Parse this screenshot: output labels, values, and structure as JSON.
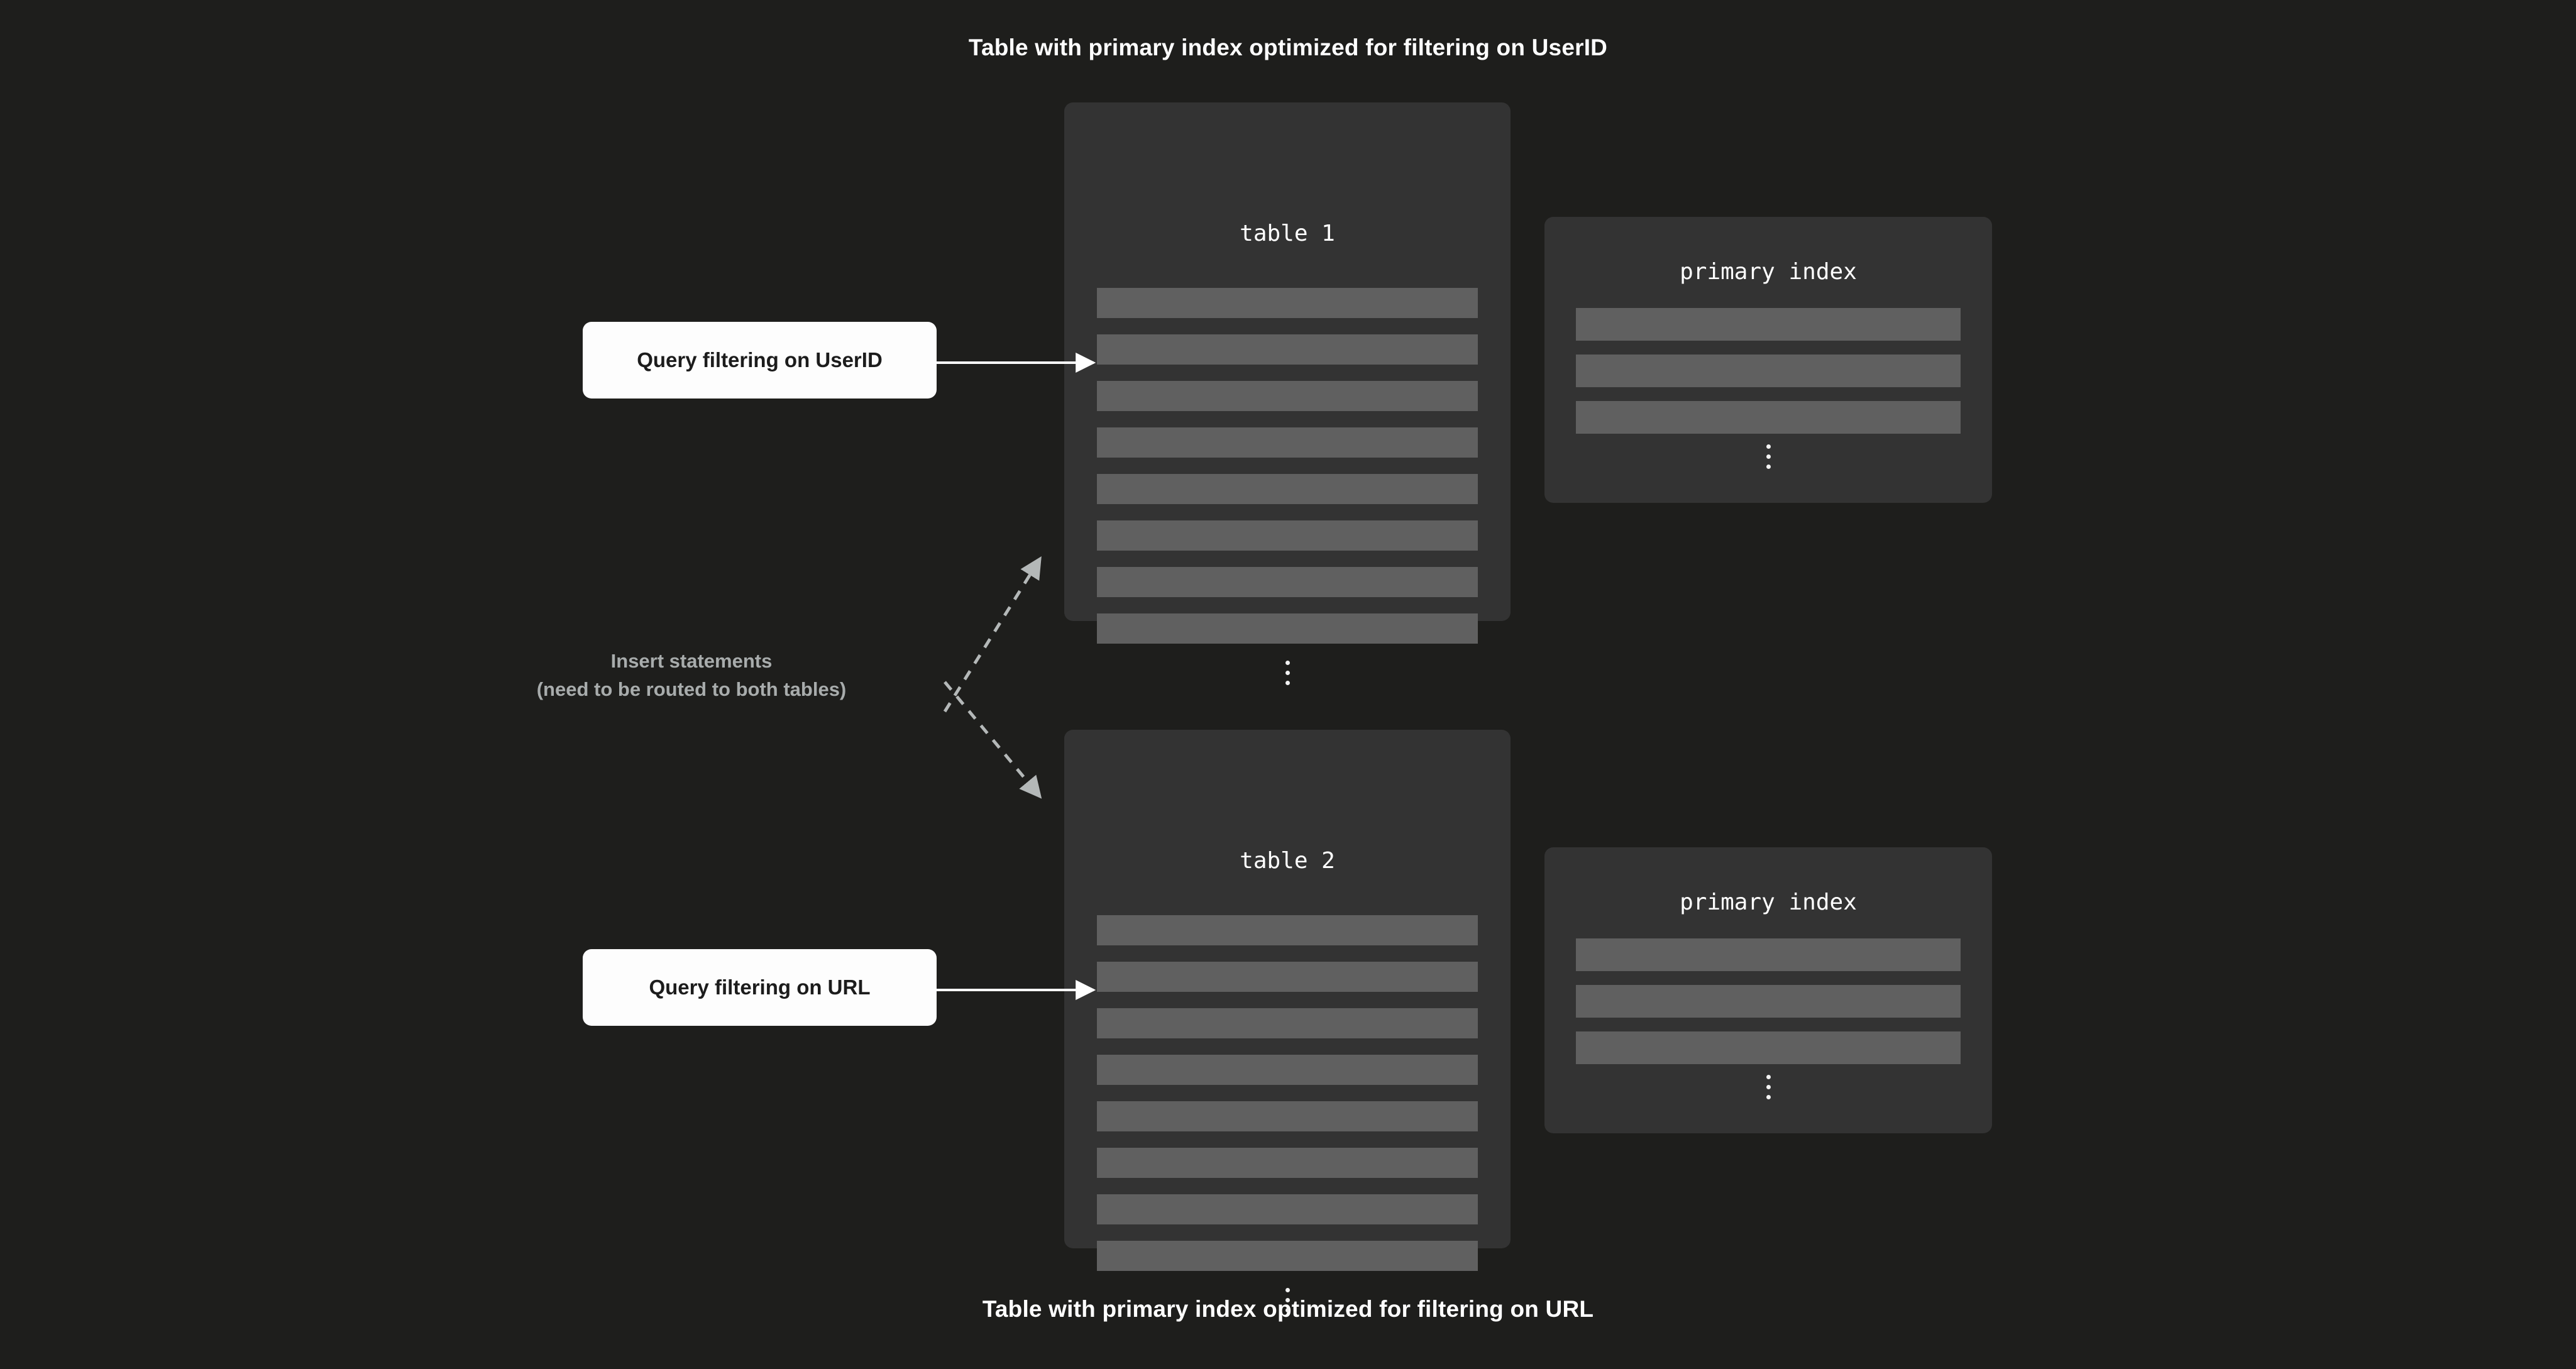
{
  "titles": {
    "top": "Table with primary index optimized for filtering on UserID",
    "bottom": "Table with primary index optimized for filtering on URL"
  },
  "tables": [
    {
      "name": "table 1",
      "row_count": 8,
      "has_ellipsis": true
    },
    {
      "name": "table 2",
      "row_count": 8,
      "has_ellipsis": true
    }
  ],
  "indexes": [
    {
      "name": "primary index",
      "row_count": 3,
      "has_ellipsis": true
    },
    {
      "name": "primary index",
      "row_count": 3,
      "has_ellipsis": true
    }
  ],
  "queries": [
    {
      "label": "Query filtering on UserID",
      "target": "table 1"
    },
    {
      "label": "Query filtering on URL",
      "target": "table 2"
    }
  ],
  "insert_note": {
    "line1": "Insert statements",
    "line2": "(need to be routed to both tables)"
  },
  "colors": {
    "background": "#1e1e1c",
    "card": "#333333",
    "row": "#606060",
    "query_box": "#fdfdfd",
    "query_text": "#1c1c1c",
    "title_text": "#ffffff",
    "note_text": "#a8acac",
    "solid_arrow": "#ffffff",
    "dashed_arrow": "#b4b8b8"
  }
}
